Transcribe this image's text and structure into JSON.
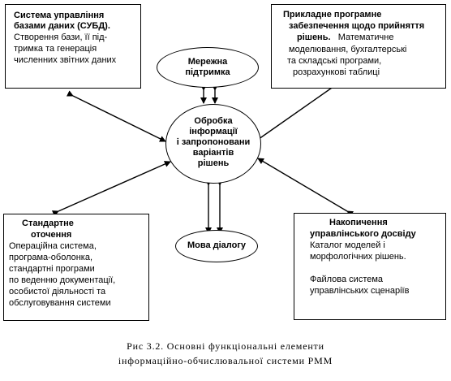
{
  "top_left": {
    "title_1": "Система управління",
    "title_2": "базами даних (СУБД).",
    "body_1": "Створення бази, її під-",
    "body_2": "тримка та генерація",
    "body_3": "численних звітних даних"
  },
  "top_right": {
    "title_1": "Прикладне програмне",
    "title_2": "забезпечення щодо прийняття",
    "title_3": "рішень.",
    "title_3_rest": "Математичне",
    "body_1": "моделювання, бухгалтерські",
    "body_2": "та складські програми,",
    "body_3": "розрахункові таблиці"
  },
  "network": {
    "line_1": "Мережна",
    "line_2": "підтримка"
  },
  "center": {
    "line_1": "Обробка",
    "line_2": "інформації",
    "line_3": "і запропоновани",
    "line_4": "варіантів",
    "line_5": "рішень"
  },
  "dialog": {
    "label": "Мова діалогу"
  },
  "bottom_left": {
    "title_1": "Стандартне",
    "title_2": "оточення",
    "body_1": "Операційна система,",
    "body_2": "програма-оболонка,",
    "body_3": "стандартні програми",
    "body_4": "по веденню документації,",
    "body_5": "особистої діяльності та",
    "body_6": "обслуговування системи"
  },
  "bottom_right": {
    "title_1": "Накопичення",
    "title_2": "управлінського досвіду",
    "body_1": "Каталог моделей і",
    "body_2": "морфологічних рішень.",
    "body_3": "Файлова система",
    "body_4": "управлінських сценаріїв"
  },
  "caption": {
    "line_1": "Рис 3.2. Основні функціональні елементи",
    "line_2": "інформаційно-обчислювальної системи РММ"
  }
}
